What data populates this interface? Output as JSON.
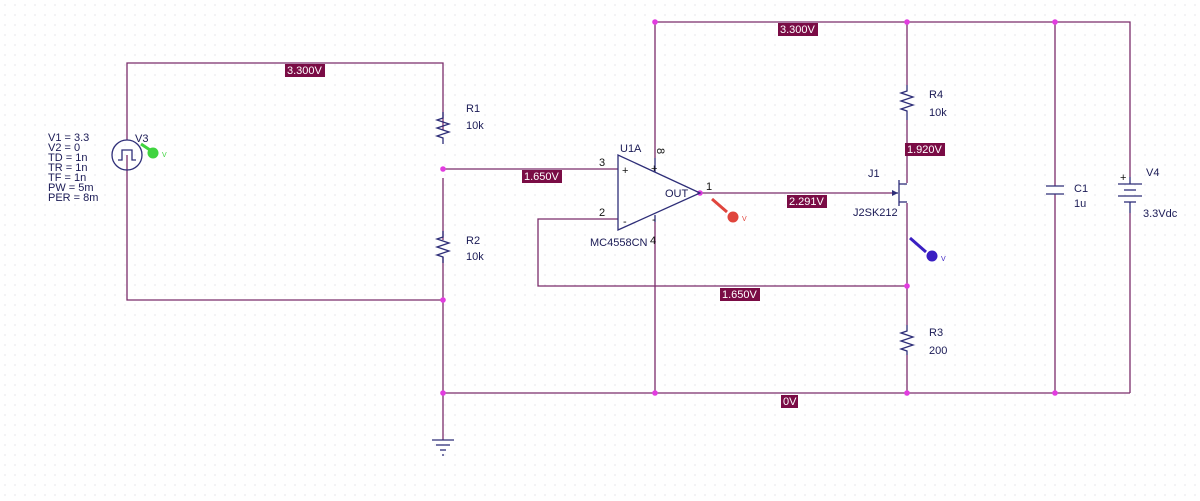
{
  "colors": {
    "wire": "#7b2c6b",
    "component": "#2e2e78",
    "node": "#e23ce0",
    "voltage_tag": "#7a0c45",
    "probe_red": "#e0453d",
    "probe_blue": "#3a1fc2",
    "probe_green": "#3fd43f"
  },
  "v3": {
    "ref": "V3",
    "params": [
      "V1 = 3.3",
      "V2 = 0",
      "TD = 1n",
      "TR = 1n",
      "TF = 1n",
      "PW = 5m",
      "PER = 8m"
    ]
  },
  "r1": {
    "ref": "R1",
    "value": "10k"
  },
  "r2": {
    "ref": "R2",
    "value": "10k"
  },
  "r3": {
    "ref": "R3",
    "value": "200"
  },
  "r4": {
    "ref": "R4",
    "value": "10k"
  },
  "c1": {
    "ref": "C1",
    "value": "1u"
  },
  "v4": {
    "ref": "V4",
    "value": "3.3Vdc"
  },
  "u1": {
    "ref": "U1A",
    "part": "MC4558CN",
    "pin_noninv": "3",
    "pin_inv": "2",
    "pin_out": "1",
    "pin_vplus": "8",
    "pin_vminus": "4",
    "plus_sign": "+",
    "minus_sign": "-",
    "out_label": "OUT"
  },
  "j1": {
    "ref": "J1",
    "part": "J2SK212"
  },
  "tags": {
    "left_top": "3.300V",
    "top_rail": "3.300V",
    "divider": "1.650V",
    "drain": "1.920V",
    "opamp_out": "2.291V",
    "feedback": "1.650V",
    "ground": "0V"
  },
  "probe_mark": "V"
}
